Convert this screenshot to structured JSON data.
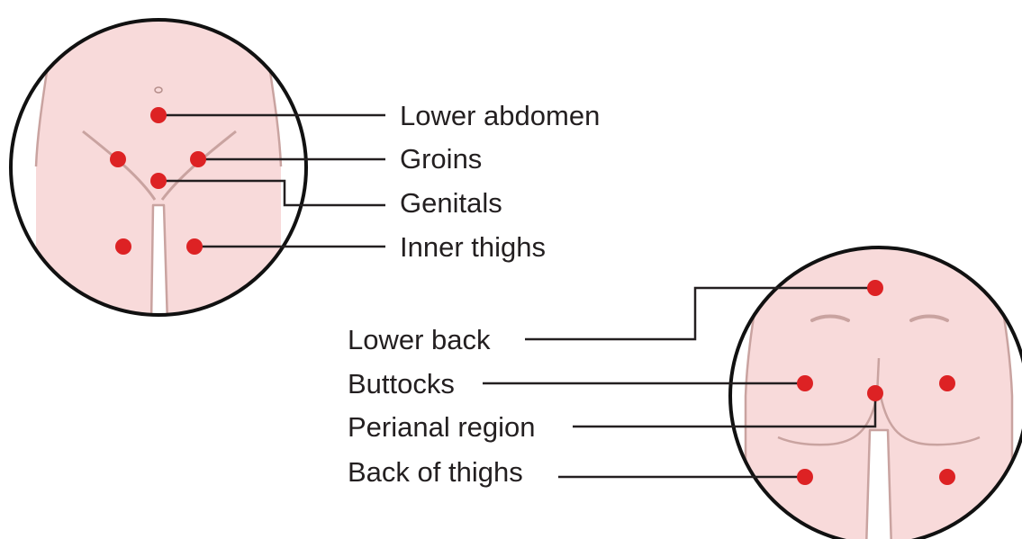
{
  "front_view": {
    "labels": {
      "lower_abdomen": "Lower abdomen",
      "groins": "Groins",
      "genitals": "Genitals",
      "inner_thighs": "Inner thighs"
    }
  },
  "back_view": {
    "labels": {
      "lower_back": "Lower back",
      "buttocks": "Buttocks",
      "perianal_region": "Perianal region",
      "back_of_thighs": "Back of thighs"
    }
  },
  "colors": {
    "skin": "#f8dada",
    "body_outline": "#c9a3a0",
    "marker": "#dd2224",
    "ring": "#111111",
    "text": "#231f20"
  }
}
